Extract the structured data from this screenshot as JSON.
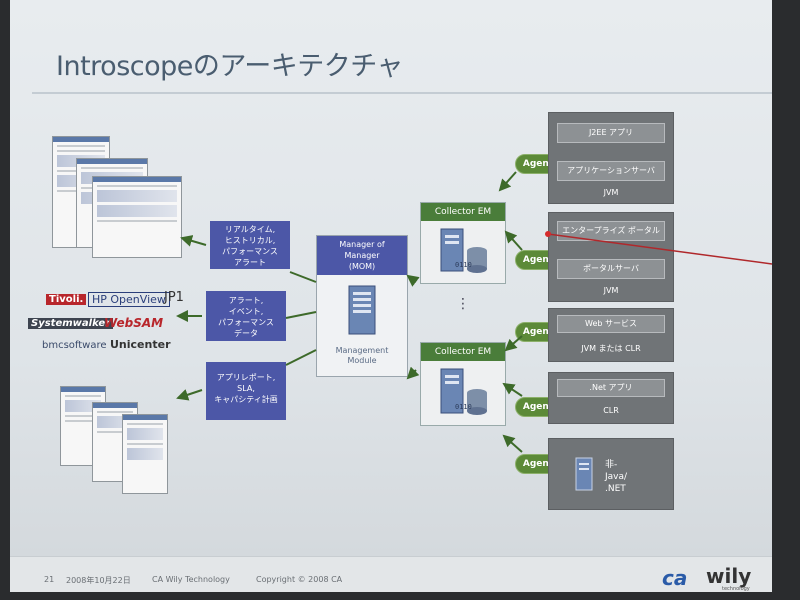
{
  "slide": {
    "title": "Introscopeのアーキテクチャ",
    "footer": {
      "page": "21",
      "date": "2008年10月22日",
      "company": "CA Wily Technology",
      "copyright": "Copyright © 2008 CA"
    },
    "brand": {
      "ca": "ca",
      "wily": "wily",
      "wily_sub": "technology"
    }
  },
  "outputs": [
    {
      "lines": [
        "リアルタイム,",
        "ヒストリカル,",
        "パフォーマンス",
        "アラート"
      ]
    },
    {
      "lines": [
        "アラート,",
        "イベント,",
        "パフォーマンス",
        "データ"
      ]
    },
    {
      "lines": [
        "アプリレポート,",
        "SLA,",
        "キャパシティ計画"
      ]
    }
  ],
  "integrations": {
    "tivoli": "Tivoli.",
    "hp": "HP OpenView",
    "jp1": "JP1",
    "systemwalker": "Systemwalker",
    "websam": "WebSAM",
    "bmc": "bmcsoftware",
    "unicenter": "Unicenter"
  },
  "mom": {
    "header_lines": [
      "Manager of",
      "Manager",
      "(MOM)"
    ],
    "sub_lines": [
      "Management",
      "Module"
    ]
  },
  "collectors": [
    "Collector EM",
    "Collector EM"
  ],
  "collector_ellipsis": "⋮",
  "agent_label": "Agent",
  "apps": [
    {
      "buttons": [
        "J2EE アプリ",
        "アプリケーションサーバ"
      ],
      "footer": "JVM"
    },
    {
      "buttons": [
        "エンタープライズ ポータル",
        "ポータルサーバ"
      ],
      "footer": "JVM"
    },
    {
      "buttons": [
        "Web サービス"
      ],
      "footer": "JVM または CLR"
    },
    {
      "buttons": [
        ".Net アプリ"
      ],
      "footer": "CLR"
    },
    {
      "lines": [
        "非-",
        "Java/",
        ".NET"
      ]
    }
  ],
  "colors": {
    "panel_blue": "#4c57a7",
    "agent_green": "#5c8a38",
    "collector_green": "#4a7d3a",
    "app_gray": "#707477",
    "title": "#4a5d70"
  }
}
